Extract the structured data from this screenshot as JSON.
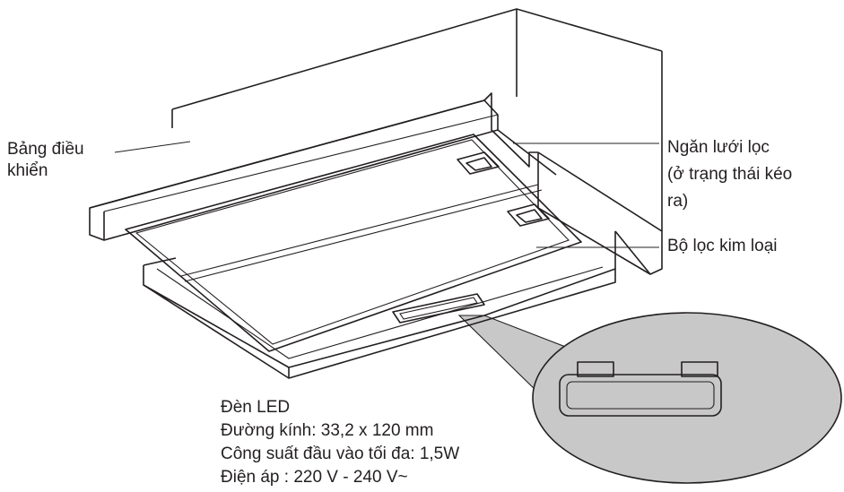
{
  "labels": {
    "control_panel": [
      "Bảng điều",
      "khiển"
    ],
    "filter_drawer": [
      "Ngăn lưới lọc",
      "(ở trạng thái kéo",
      "ra)"
    ],
    "metal_filter": "Bộ lọc kim loại",
    "led": [
      "Đèn LED",
      "Đường kính: 33,2 x 120 mm",
      "Công suất đầu vào tối đa: 1,5W",
      "Điện áp : 220 V - 240 V~"
    ]
  },
  "colors": {
    "line": "#231f20",
    "magnifier_fill": "#c8c8c8",
    "background": "#ffffff"
  }
}
